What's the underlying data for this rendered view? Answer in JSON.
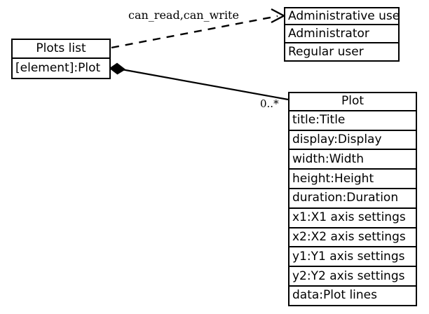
{
  "diagram": {
    "type": "uml-class-diagram",
    "background_color": "#ffffff",
    "line_color": "#000000"
  },
  "classes": {
    "plots_list": {
      "title": "Plots list",
      "attributes": [
        "[element]:Plot"
      ]
    },
    "administrative_user": {
      "title": "Administrative user",
      "attributes": [
        "Administrator",
        "Regular user"
      ]
    },
    "plot": {
      "title": "Plot",
      "attributes": [
        "title:Title",
        "display:Display",
        "width:Width",
        "height:Height",
        "duration:Duration",
        "x1:X1 axis settings",
        "x2:X2 axis settings",
        "y1:Y1 axis settings",
        "y2:Y2 axis settings",
        "data:Plot lines"
      ]
    }
  },
  "relationships": {
    "dependency": {
      "label": "can_read,can_write",
      "style": "dashed",
      "arrowhead": "open",
      "from": "plots_list",
      "to": "administrative_user"
    },
    "composition": {
      "label": "0..*",
      "style": "solid",
      "source_decoration": "filled-diamond",
      "from": "plots_list",
      "to": "plot"
    }
  }
}
